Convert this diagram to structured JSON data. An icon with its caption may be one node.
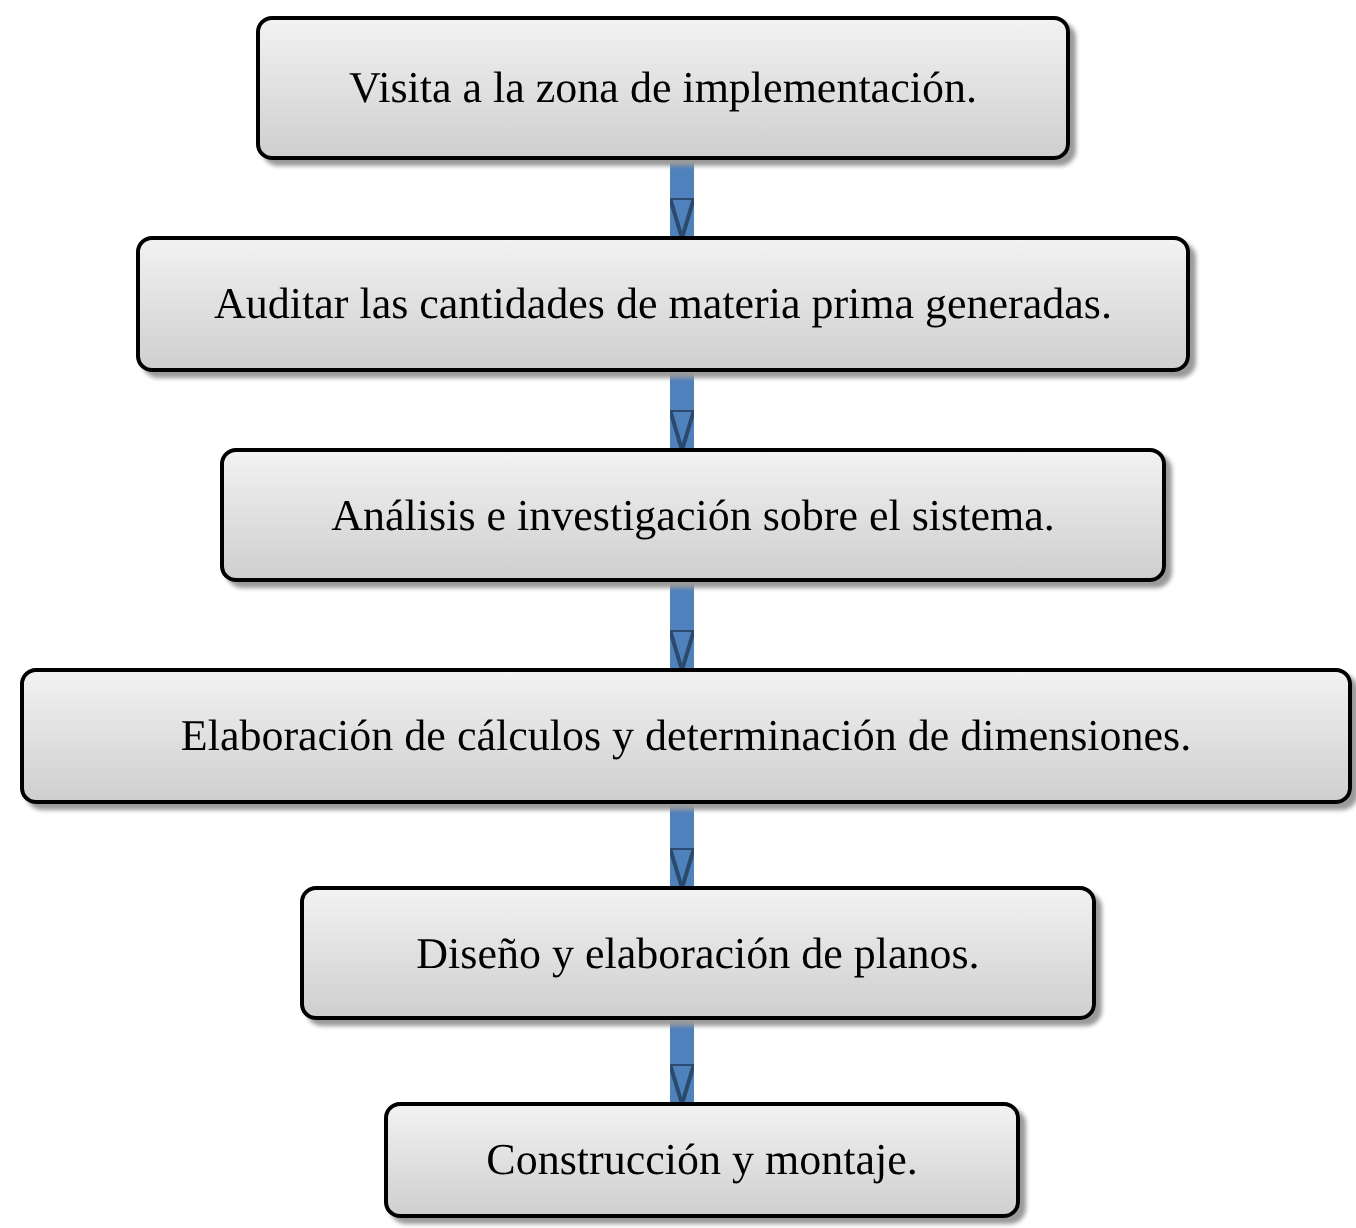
{
  "diagram": {
    "nodes": [
      {
        "text": [
          "Visita a la zona de implementación."
        ]
      },
      {
        "text": [
          "Auditar las cantidades de materia prima generadas."
        ]
      },
      {
        "text": [
          "Análisis e investigación sobre el sistema."
        ]
      },
      {
        "text": [
          "Elaboración de cálculos y determinación de dimensiones."
        ]
      },
      {
        "text": [
          "Diseño y elaboración de planos."
        ]
      },
      {
        "text": [
          "Construcción y montaje."
        ]
      }
    ],
    "edges": [
      {
        "from": 0,
        "to": 1,
        "arrow": "to"
      },
      {
        "from": 1,
        "to": 2,
        "arrow": "to"
      },
      {
        "from": 2,
        "to": 3,
        "arrow": "to"
      },
      {
        "from": 3,
        "to": 4,
        "arrow": "to"
      },
      {
        "from": 4,
        "to": 5,
        "arrow": "to"
      }
    ]
  }
}
